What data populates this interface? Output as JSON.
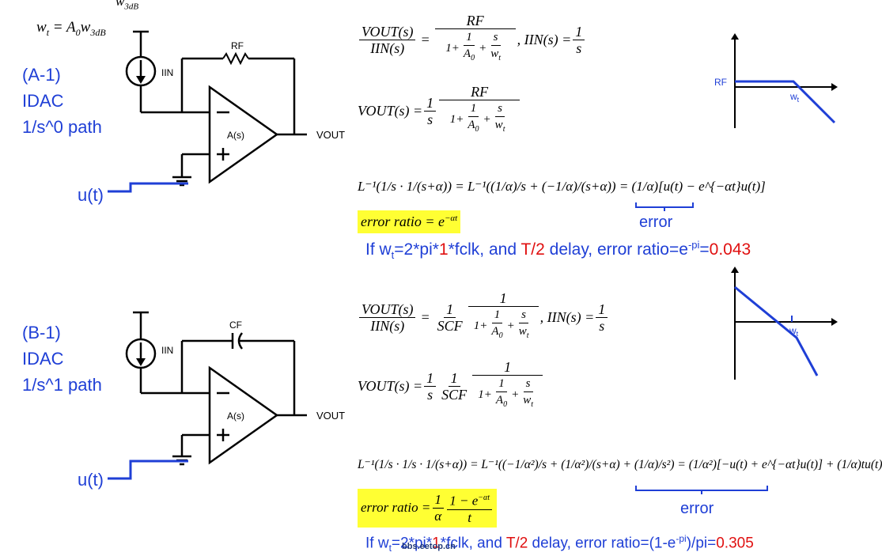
{
  "header": {
    "top_fragment": "w",
    "top_fragment_sub": "3dB",
    "wt_eq": "w",
    "wt_eq_sub": "t",
    "wt_eq_rhs": "= A",
    "wt_eq_rhs_sub": "0",
    "wt_eq_rhs2": "w",
    "wt_eq_rhs2_sub": "3dB"
  },
  "section_a": {
    "title_lines": [
      "(A-1)",
      "IDAC",
      "1/s^0 path"
    ],
    "input_label": "u(t)",
    "circuit": {
      "source": "IIN",
      "feedback": "RF",
      "amp": "A(s)",
      "output": "VOUT"
    },
    "eq1": {
      "lhs_num": "VOUT(s)",
      "lhs_den": "IIN(s)",
      "rhs_num": "RF",
      "d1": "1+",
      "d2n": "1",
      "d2d": "A",
      "d2d_sub": "0",
      "plus": "+",
      "d3n": "s",
      "d3d": "w",
      "d3d_sub": "t",
      "tail": ", IIN(s) =",
      "t_num": "1",
      "t_den": "s"
    },
    "eq2": {
      "lhs": "VOUT(s) =",
      "a_num": "1",
      "a_den": "s",
      "rhs_num": "RF"
    },
    "eq3": {
      "text": "L⁻¹(1/s · 1/(s+α)) = L⁻¹((1/α)/s + (−1/α)/(s+α)) = (1/α)[u(t) − e^{−αt}u(t)]"
    },
    "error_ratio": "error ratio = e",
    "error_ratio_exp": "−αt",
    "error_label": "error",
    "summary": {
      "p1": "If w",
      "p1_sub": "t",
      "p2": "=2*pi*",
      "p3": "1",
      "p4": "*fclk, and ",
      "p5": "T/2",
      "p6": " delay, error ratio=e",
      "p6_sup": "-pi",
      "p7": "=",
      "p8": "0.043"
    },
    "plot": {
      "y_label": "RF",
      "x_label": "w",
      "x_label_sub": "t"
    }
  },
  "section_b": {
    "title_lines": [
      "(B-1)",
      "IDAC",
      "1/s^1 path"
    ],
    "input_label": "u(t)",
    "circuit": {
      "source": "IIN",
      "feedback": "CF",
      "amp": "A(s)",
      "output": "VOUT"
    },
    "eq1": {
      "lhs_num": "VOUT(s)",
      "lhs_den": "IIN(s)",
      "f_num": "1",
      "f_den": "SCF",
      "tail": ", IIN(s) =",
      "t_num": "1",
      "t_den": "s"
    },
    "eq2": {
      "lhs": "VOUT(s) =",
      "a_num": "1",
      "a_den": "s",
      "b_num": "1",
      "b_den": "SCF"
    },
    "eq3": {
      "text": "L⁻¹(1/s · 1/s · 1/(s+α)) = L⁻¹((−1/α²)/s + (1/α²)/(s+α) + (1/α)/s²) = (1/α²)[−u(t) + e^{−αt}u(t)] + (1/α)tu(t)"
    },
    "error_ratio": "error ratio =",
    "error_ratio_f1n": "1",
    "error_ratio_f1d": "α",
    "error_ratio_f2n": "1 − e",
    "error_ratio_f2n_sup": "−αt",
    "error_ratio_f2d": "t",
    "error_label": "error",
    "summary": {
      "p1": "If w",
      "p1_sub": "t",
      "p2": "=2*pi*",
      "p3": "1",
      "p4": "*fclk, and ",
      "p5": "T/2",
      "p6": " delay, error ratio=(1-e",
      "p6_sup": "-pi",
      "p7": ")/pi=",
      "p8": "0.305"
    },
    "plot": {
      "x_label": "w",
      "x_label_sub": "t"
    },
    "watermark": "bbs.eetop.cn"
  }
}
